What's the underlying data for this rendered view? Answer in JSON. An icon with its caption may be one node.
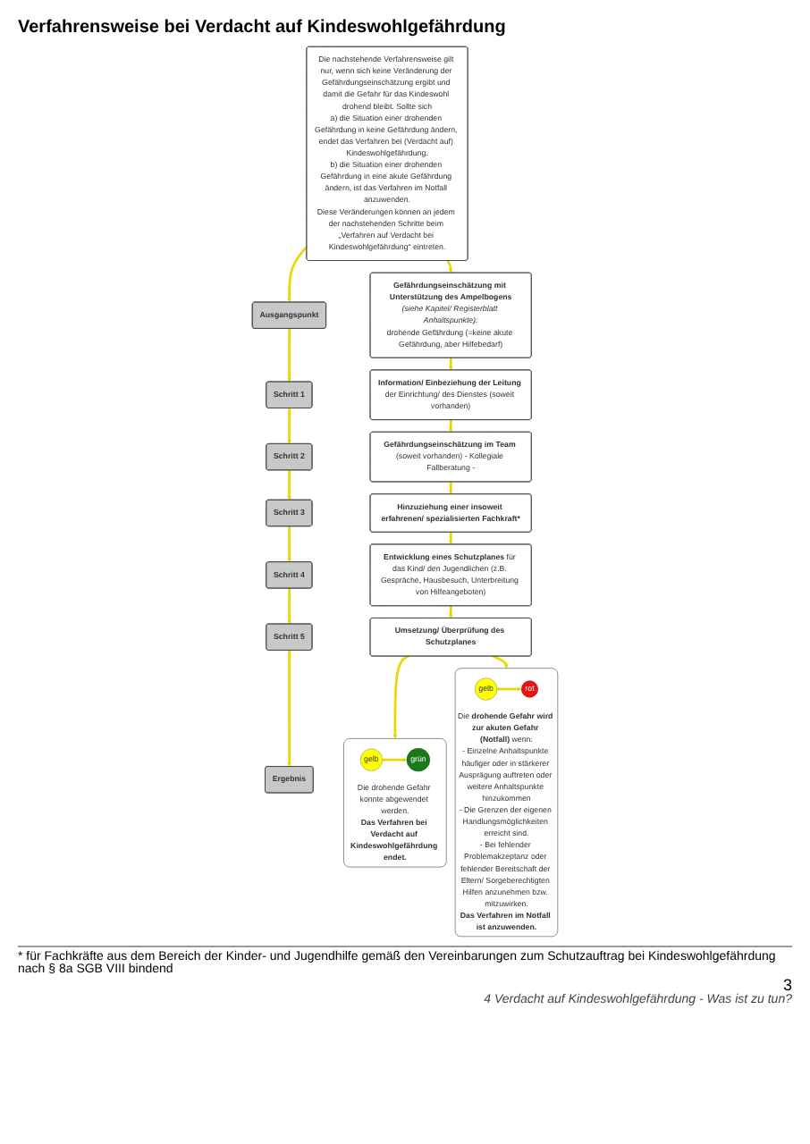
{
  "diagram": {
    "title": "Verfahrensweise bei Verdacht auf Kindeswohlgefährdung",
    "nodes": [
      {
        "text": [
          "Die nachstehende Verfahrensweise gilt nur, wenn sich keine Veränderung der Gefährdungseinschätzung ergibt und damit die Gefahr für das Kindeswohl drohend bleibt. Sollte sich",
          "a) die Situation einer drohenden Gefährdung in keine Gefährdung ändern, endet das Verfahren bei (Verdacht auf) Kindeswohlgefährdung.",
          "b) die Situation einer drohenden Gefährdung in eine akute Gefährdung ändern, ist das Verfahren im Notfall anzuwenden.",
          "Diese Veränderungen können an jedem der nachstehenden Schritte beim „Verfahren auf Verdacht bei Kindeswohlgefährdung“ eintreten."
        ]
      },
      {
        "text": [
          "Ausgangspunkt"
        ]
      },
      {
        "text": [
          "Schritt 1"
        ]
      },
      {
        "text": [
          "Schritt 2"
        ]
      },
      {
        "text": [
          "Schritt 3"
        ]
      },
      {
        "text": [
          "Schritt 4"
        ]
      },
      {
        "text": [
          "Schritt 5"
        ]
      },
      {
        "text": [
          "Ergebnis"
        ]
      },
      {
        "text": [
          "Gefährdungseinschätzung mit Unterstützung des Ampelbogens",
          "(siehe Kapitel/ Registerblatt Anhaltspunkte):",
          "drohende Gefährdung (=keine akute Gefährdung, aber Hilfebedarf)"
        ]
      },
      {
        "text": [
          "**Information/ Einbeziehung der Leitung** der Einrichtung/ des Dienstes (soweit vorhanden)"
        ]
      },
      {
        "text": [
          "**Gefährdungseinschätzung im Team** (soweit vorhanden) - Kollegiale Fallberatung -"
        ]
      },
      {
        "text": [
          "Hinzuziehung einer insoweit erfahrenen/ spezialisierten Fachkraft*"
        ]
      },
      {
        "text": [
          "**Entwicklung eines Schutzplanes** für das Kind/ den Jugendlichen (z.B. Gespräche, Hausbesuch, Unterbreitung von Hilfeangeboten)"
        ]
      },
      {
        "text": [
          "Umsetzung/ Überprüfung des Schutzplanes"
        ]
      },
      {
        "text": [
          "Die drohende Gefahr konnte abgewendet werden.",
          "Das Verfahren bei Verdacht auf Kindeswohlgefährdung endet."
        ]
      },
      {
        "text": [
          "gelb"
        ],
        "in": 14
      },
      {
        "text": [
          "grün"
        ],
        "in": 14
      },
      {
        "text": [
          "Die **drohende Gefahr wird zur akuten Gefahr (Notfall)** wenn:",
          "- Einzelne Anhaltspunkte häufiger oder in stärkerer Ausprägung auftreten oder weitere Anhaltspunkte hinzukommen",
          "- Die Grenzen der eigenen Handlungsmöglichkeiten erreicht sind.",
          "- Bei fehlender Problemakzeptanz oder fehlender Bereitschaft der Eltern/ Sorgeberechtigten Hilfen anzunehmen bzw. mitzuwirken.",
          "Das Verfahren im Notfall ist anzuwenden."
        ]
      },
      {
        "text": [
          "gelb"
        ],
        "in": 17
      },
      {
        "text": [
          "rot"
        ],
        "in": 17
      }
    ],
    "edges": [
      {
        "from": 0,
        "to": 1,
        "arrow": "to"
      },
      {
        "from": 0,
        "to": 8,
        "arrow": "to"
      },
      {
        "from": 1,
        "to": 2,
        "arrow": "to"
      },
      {
        "from": 2,
        "to": 3,
        "arrow": "to"
      },
      {
        "from": 3,
        "to": 4,
        "arrow": "to"
      },
      {
        "from": 4,
        "to": 5,
        "arrow": "to"
      },
      {
        "from": 5,
        "to": 6,
        "arrow": "to"
      },
      {
        "from": 6,
        "to": 7,
        "arrow": "to"
      },
      {
        "from": 8,
        "to": 9,
        "arrow": "to"
      },
      {
        "from": 9,
        "to": 10,
        "arrow": "to"
      },
      {
        "from": 10,
        "to": 11,
        "arrow": "to"
      },
      {
        "from": 11,
        "to": 12,
        "arrow": "to"
      },
      {
        "from": 12,
        "to": 13,
        "arrow": "to"
      },
      {
        "from": 13,
        "to": 14,
        "arrow": "to"
      },
      {
        "from": 13,
        "to": 17,
        "arrow": "to"
      },
      {
        "from": 15,
        "to": 16,
        "arrow": "to"
      },
      {
        "from": 18,
        "to": 19,
        "arrow": "to"
      }
    ],
    "labels": [
      "* für Fachkräfte aus dem Bereich der Kinder- und Jugendhilfe gemäß den Vereinbarungen zum Schutzauftrag bei Kindeswohlgefährdung nach § 8a SGB VIII bindend",
      "3",
      "4 Verdacht auf Kindeswohlgefährdung - Was ist zu tun?"
    ]
  }
}
